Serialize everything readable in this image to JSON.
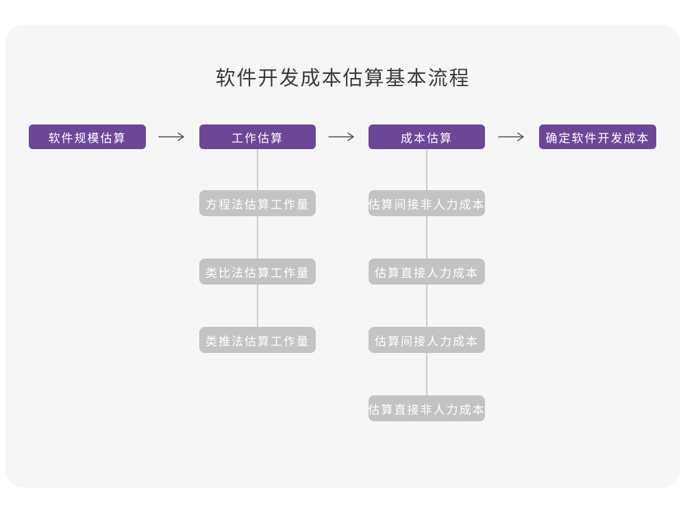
{
  "title": "软件开发成本估算基本流程",
  "colors": {
    "card_bg": "#f6f6f7",
    "primary": "#6c4798",
    "secondary": "#c3c3c4",
    "connector": "#cbcbcb",
    "arrow": "#4d4d4d",
    "title_text": "#3b3b3b",
    "box_text": "#ffffff"
  },
  "icons": {
    "flow_arrow": "arrow-right"
  },
  "flow": {
    "main_steps": [
      {
        "label": "软件规模估算"
      },
      {
        "label": "工作估算"
      },
      {
        "label": "成本估算"
      },
      {
        "label": "确定软件开发成本"
      }
    ],
    "work_estimation_methods": [
      {
        "label": "方程法估算工作量"
      },
      {
        "label": "类比法估算工作量"
      },
      {
        "label": "类推法估算工作量"
      }
    ],
    "cost_estimation_items": [
      {
        "label": "估算间接非人力成本"
      },
      {
        "label": "估算直接人力成本"
      },
      {
        "label": "估算间接人力成本"
      },
      {
        "label": "估算直接非人力成本"
      }
    ]
  }
}
